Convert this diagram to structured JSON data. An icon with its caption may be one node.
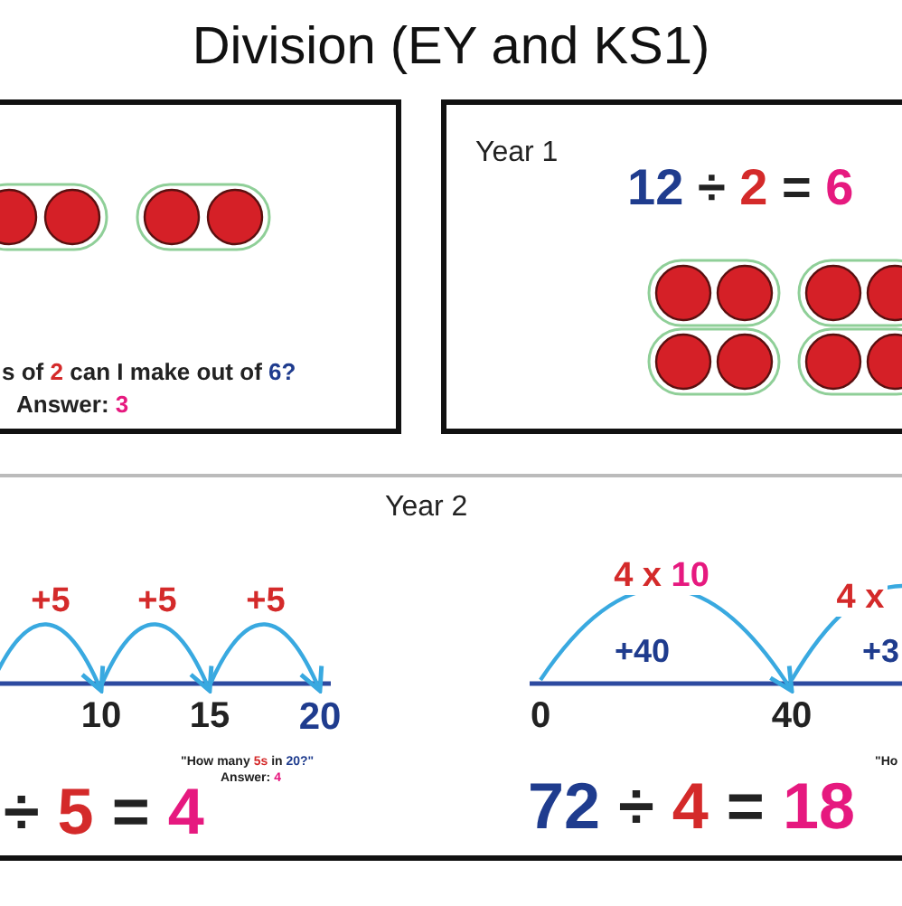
{
  "diagram": {
    "title": "Division (EY and KS1)",
    "nodes": [
      {
        "text": [
          "s of 2 can I make out of 6?",
          "Answer: 3"
        ]
      },
      {
        "text": [
          "Year 1",
          "12 ÷ 2 = 6"
        ]
      },
      {
        "text": [
          "Year 2"
        ]
      },
      {
        "text": [
          "10"
        ],
        "in": 2
      },
      {
        "text": [
          "15"
        ],
        "in": 2
      },
      {
        "text": [
          "20"
        ],
        "in": 2
      },
      {
        "text": [
          "0"
        ],
        "in": 2
      },
      {
        "text": [
          "40"
        ],
        "in": 2
      }
    ],
    "edges": [
      {
        "from": null,
        "to": 3,
        "arrow": "to",
        "label": "+5"
      },
      {
        "from": 3,
        "to": 4,
        "arrow": "to",
        "label": "+5"
      },
      {
        "from": 4,
        "to": 5,
        "arrow": "to",
        "label": "+5"
      },
      {
        "from": 6,
        "to": 7,
        "arrow": "to",
        "label": "4 x 10"
      },
      {
        "from": 7,
        "to": null,
        "arrow": "none",
        "label": "4 x"
      }
    ],
    "labels": [
      "+40",
      "+3",
      "÷ 5 = 4",
      "\"How many 5s in 20?\"",
      "Answer: 4",
      "72 ÷ 4 = 18",
      "\"Ho"
    ]
  }
}
